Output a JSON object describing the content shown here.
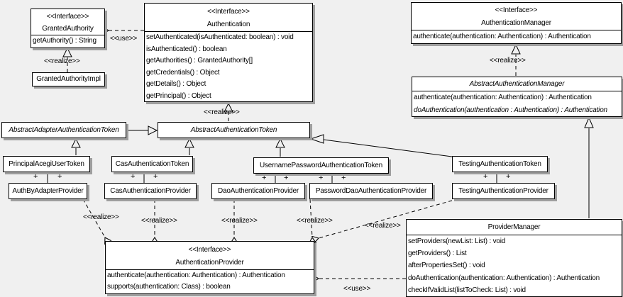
{
  "edge_labels": {
    "realize": "<<realize>>",
    "use": "<<use>>"
  },
  "plus": "+",
  "classes": {
    "granted_authority": {
      "stereotype": "<<Interface>>",
      "name": "GrantedAuthority",
      "methods": [
        "getAuthority() : String"
      ]
    },
    "granted_authority_impl": {
      "name": "GrantedAuthorityImpl"
    },
    "authentication": {
      "stereotype": "<<Interface>>",
      "name": "Authentication",
      "methods": [
        "setAuthenticated(isAuthenticated: boolean) : void",
        "isAuthenticated() : boolean",
        "getAuthorities() : GrantedAuthority[]",
        "getCredentials() : Object",
        "getDetails() : Object",
        "getPrincipal() : Object"
      ]
    },
    "authentication_manager": {
      "stereotype": "<<Interface>>",
      "name": "AuthenticationManager",
      "methods": [
        "authenticate(authentication: Authentication) : Authentication"
      ]
    },
    "abstract_authentication_manager": {
      "name": "AbstractAuthenticationManager",
      "methods": [
        "authenticate(authentication: Authentication) : Authentication",
        "doAuthentication(authentication : Authentication) : Authentication"
      ]
    },
    "abstract_adapter_authentication_token": {
      "name": "AbstractAdapterAuthenticationToken"
    },
    "abstract_authentication_token": {
      "name": "AbstractAuthenticationToken"
    },
    "principal_acegi_user_token": {
      "name": "PrincipalAcegiUserToken"
    },
    "cas_authentication_token": {
      "name": "CasAuthenticationToken"
    },
    "username_password_authentication_token": {
      "name": "UsernamePasswordAuthenticationToken"
    },
    "testing_authentication_token": {
      "name": "TestingAuthenticationToken"
    },
    "auth_by_adapter_provider": {
      "name": "AuthByAdapterProvider"
    },
    "cas_authentication_provider": {
      "name": "CasAuthenticationProvider"
    },
    "dao_authentication_provider": {
      "name": "DaoAuthenticationProvider"
    },
    "password_dao_authentication_provider": {
      "name": "PasswordDaoAuthenticationProvider"
    },
    "testing_authentication_provider": {
      "name": "TestingAuthenticationProvider"
    },
    "authentication_provider": {
      "stereotype": "<<Interface>>",
      "name": "AuthenticationProvider",
      "methods": [
        "authenticate(authentication: Authentication) : Authentication",
        "supports(authentication: Class) : boolean"
      ]
    },
    "provider_manager": {
      "name": "ProviderManager",
      "methods": [
        "setProviders(newList: List) : void",
        "getProviders() : List",
        "afterPropertiesSet() : void",
        "doAuthentication(authentication: Authentication) : Authentication",
        "checkIfValidList(listToCheck: List) : void"
      ]
    }
  }
}
